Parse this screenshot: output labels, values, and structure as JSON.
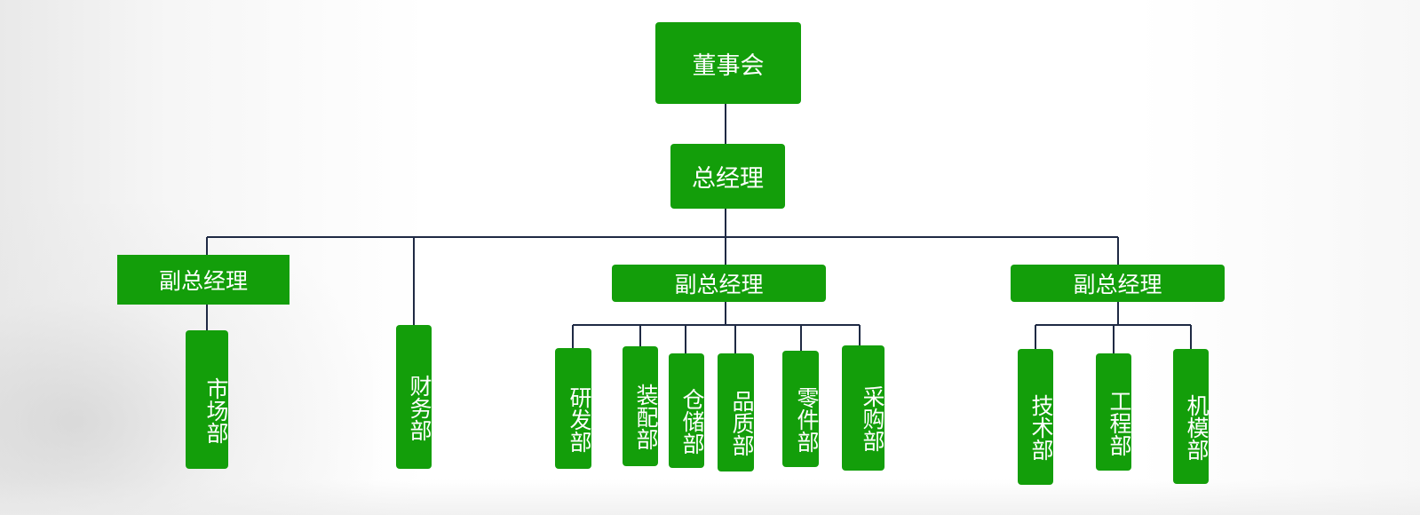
{
  "org": {
    "board": "董事会",
    "gm": "总经理",
    "vp_left": "副总经理",
    "finance": "财务部",
    "vp_mid": "副总经理",
    "vp_right": "副总经理",
    "marketing": "市场部",
    "mid_depts": [
      "研发部",
      "装配部",
      "仓储部",
      "品质部",
      "零件部",
      "采购部"
    ],
    "right_depts": [
      "技术部",
      "工程部",
      "机模部"
    ]
  },
  "colors": {
    "node": "#139e0a",
    "line": "#1f2a44",
    "text": "#ffffff"
  }
}
